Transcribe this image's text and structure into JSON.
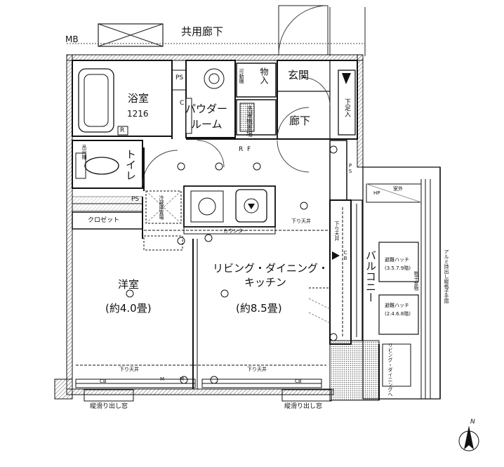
{
  "labels": {
    "mb": "MB",
    "shared_corridor": "共用廊下",
    "ps_top": "PS",
    "bath": "浴室",
    "bath_size": "1216",
    "movable_shelf": "可動棚",
    "storage": "物入",
    "entrance": "玄関",
    "powder_room_1": "パウダー",
    "powder_room_2": "ルーム",
    "washer_area": "洗濯機置場",
    "hallway": "廊下",
    "shoe_storage": "下足入",
    "toilet": "トイレ",
    "toilet_shelf": "吊戸棚",
    "ps_mid": "PS",
    "fridge_area": "冷蔵庫置場",
    "closet": "クロゼット",
    "counter": "カウンター",
    "drop_ceiling_top": "下り天井",
    "drop_ceiling_side": "下り天井",
    "cb_side": "CB",
    "ps_right": "PS",
    "hp": "HP",
    "outdoor_unit": "室外",
    "balcony": "バルコニー",
    "escape_hatch_1": "避難ハッチ",
    "escape_hatch_1_floors": "(3.5.7.9階)",
    "laundry_hardware": "物干金物",
    "escape_hatch_2": "避難ハッチ",
    "escape_hatch_2_floors": "(2.4.6.8階)",
    "railing": "アルミ持出し縦格子手摺",
    "living_to": "リビング・ダイニングへ",
    "western_room": "洋室",
    "western_size": "(約4.0畳)",
    "ldk_1": "リビング・ダイニング・",
    "ldk_2": "キッチン",
    "ldk_size": "(約8.5畳)",
    "drop_ceiling_left": "下り天井",
    "drop_ceiling_bottom": "下り天井",
    "cb_left": "CB",
    "cb_bottom": "CB",
    "window_left": "縦滑り出し窓",
    "window_right": "縦滑り出し窓",
    "north": "N",
    "r_bath": "R",
    "c_powder": "C",
    "r_ldk": "R",
    "f_ldk": "F",
    "m_left": "M",
    "m_right": "M"
  },
  "colors": {
    "ink": "#111111",
    "wall": "#1a1a1a",
    "hatch": "#8a8a8a",
    "shaded": "#d6d6d6"
  }
}
